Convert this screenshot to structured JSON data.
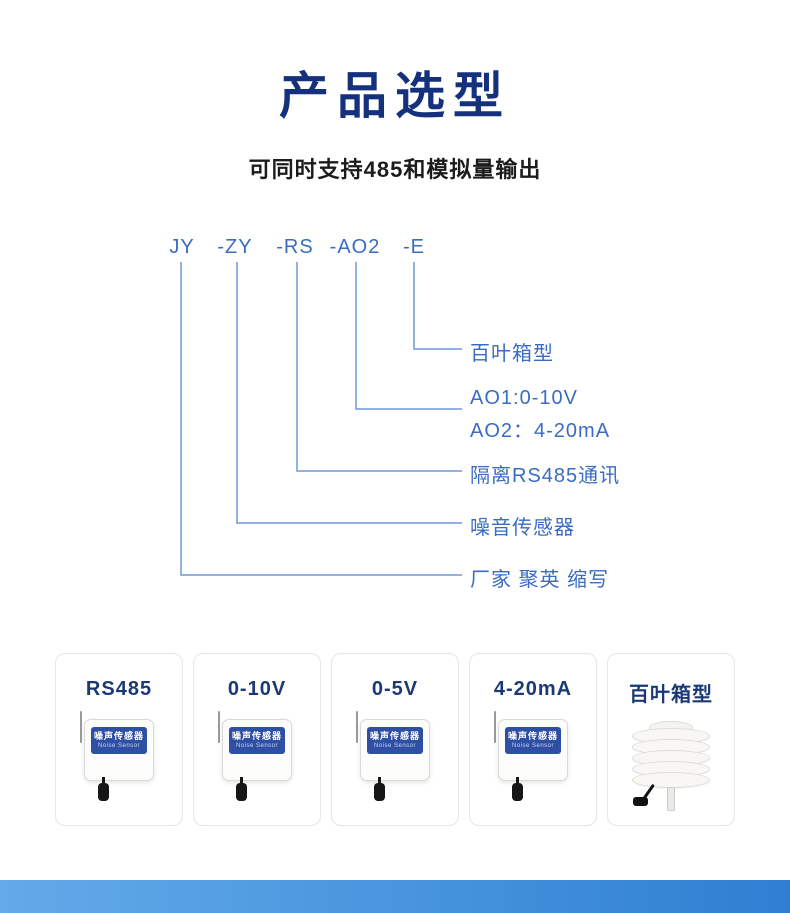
{
  "page": {
    "title": "产品选型",
    "subtitle": "可同时支持485和模拟量输出"
  },
  "model_code": {
    "segments": [
      "JY",
      "-ZY",
      "-RS",
      "-AO2",
      "-E"
    ]
  },
  "callouts": {
    "e": "百叶箱型",
    "ao1": "AO1:0-10V",
    "ao2": "AO2：4-20mA",
    "rs": "隔离RS485通讯",
    "zy": "噪音传感器",
    "jy": "厂家 聚英 缩写"
  },
  "products": [
    {
      "label": "RS485"
    },
    {
      "label": "0-10V"
    },
    {
      "label": "0-5V"
    },
    {
      "label": "4-20mA"
    },
    {
      "label": "百叶箱型"
    }
  ],
  "device": {
    "strip_cn": "噪声传感器",
    "strip_en": "Noise Sensor"
  },
  "colors": {
    "title_blue": "#15317e",
    "code_blue": "#3a6cc2",
    "line_blue": "#6f9ad8",
    "card_label_blue": "#1b3a75",
    "device_strip_blue": "#2e4fa3",
    "footer_gradient_from": "#63aae9",
    "footer_gradient_to": "#2e7fd2"
  }
}
